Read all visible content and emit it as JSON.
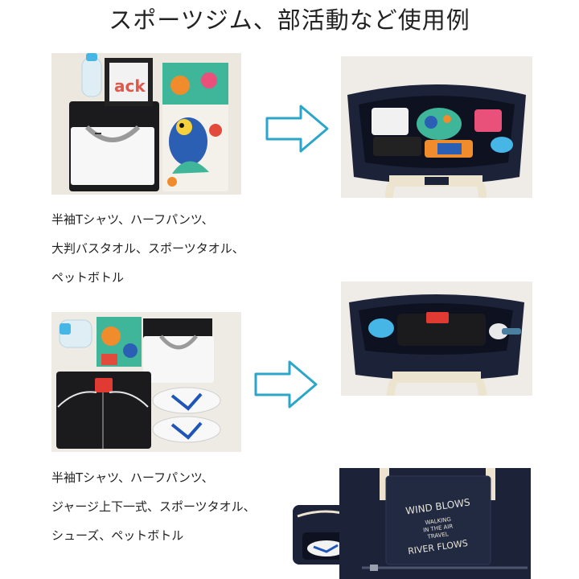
{
  "title": "スポーツジム、部活動など使用例",
  "sections": [
    {
      "caption_lines": [
        "半袖Tシャツ、ハーフパンツ、",
        "大判バスタオル、スポーツタオル、",
        "ペットボトル"
      ]
    },
    {
      "caption_lines": [
        "半袖Tシャツ、ハーフパンツ、",
        "ジャージ上下一式、スポーツタオル、",
        "シューズ、ペットボトル"
      ]
    }
  ],
  "bag_print": [
    "WIND BLOWS",
    "WALKING",
    "IN THE AIR",
    "TRAVEL",
    "RIVER FLOWS"
  ],
  "towel_print": "ack",
  "colors": {
    "arrow": "#2aa6c8",
    "navy": "#1c2338",
    "canvas": "#ede4cf",
    "photo_bg": "#eeeae4",
    "bottle": "#45b6e6"
  }
}
